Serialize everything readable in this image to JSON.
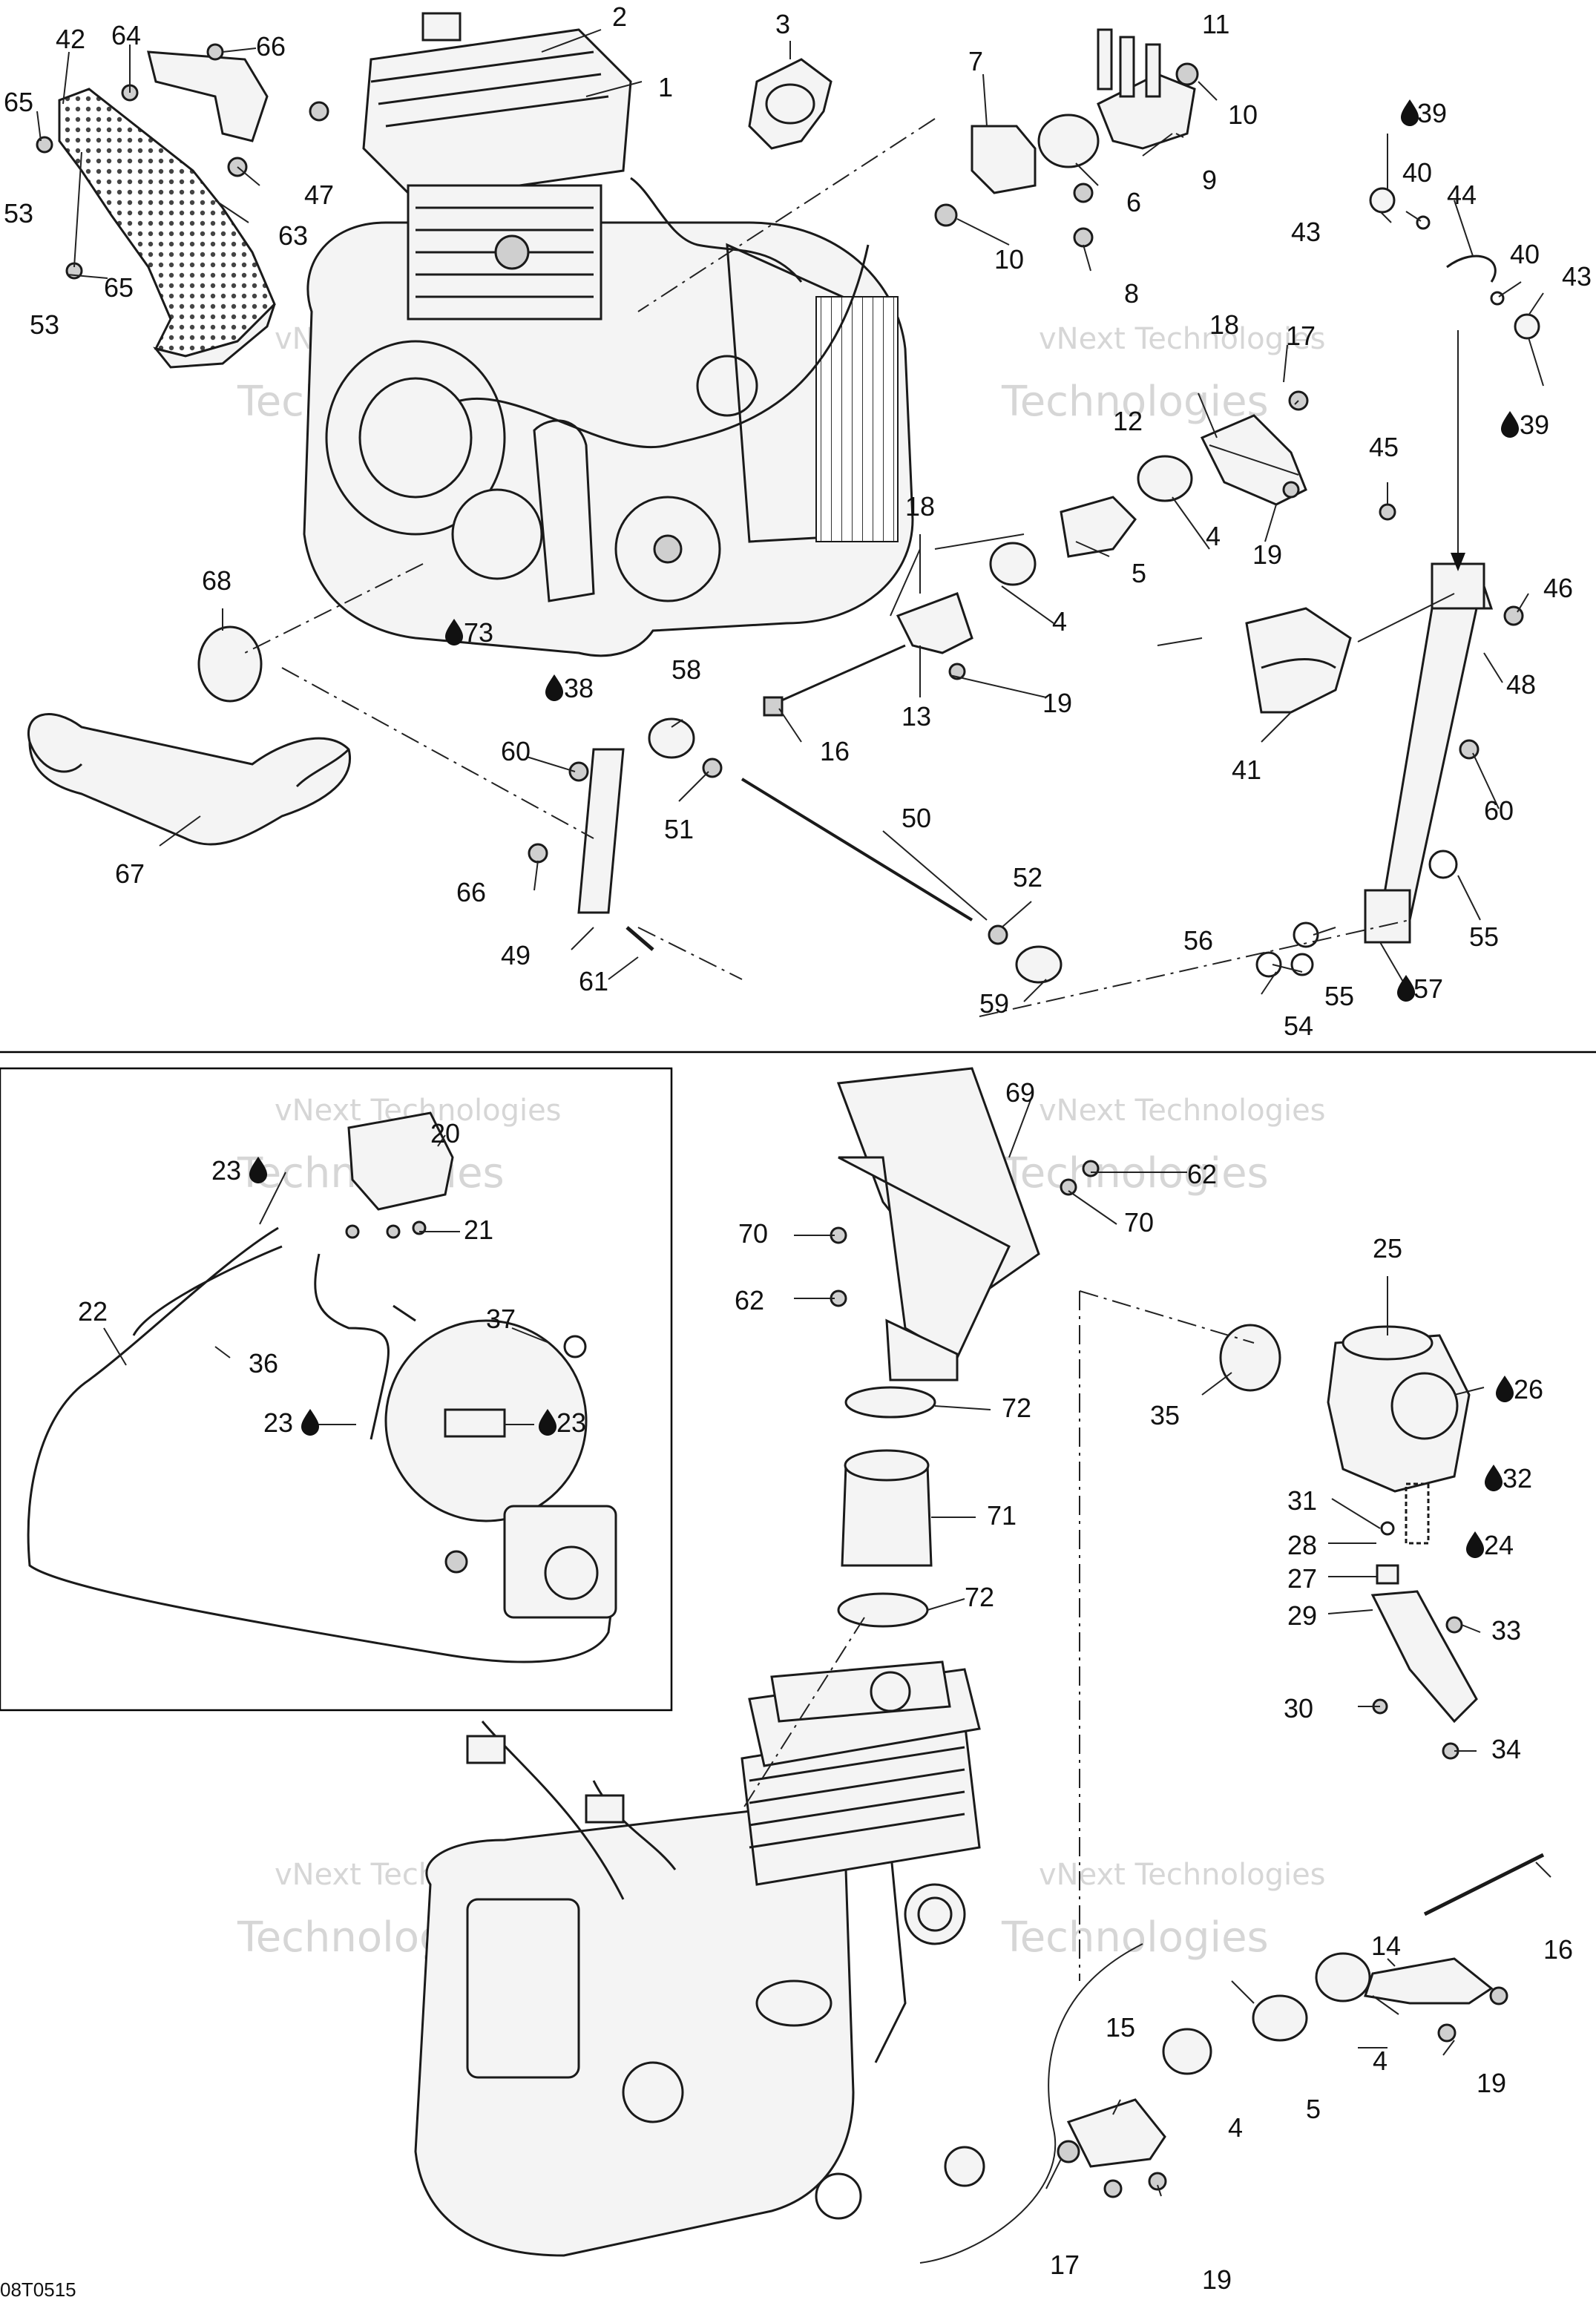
{
  "diagram": {
    "reference_code": "08T0515",
    "watermark": {
      "line1": "vNext Technologies",
      "line2": "Technologies"
    },
    "callouts": {
      "c1": "1",
      "c2": "2",
      "c3": "3",
      "c4a": "4",
      "c4b": "4",
      "c4c": "4",
      "c4d": "4",
      "c5a": "5",
      "c5b": "5",
      "c6": "6",
      "c7": "7",
      "c8": "8",
      "c9": "9",
      "c10a": "10",
      "c10b": "10",
      "c11": "11",
      "c12": "12",
      "c13": "13",
      "c14": "14",
      "c15": "15",
      "c16a": "16",
      "c16b": "16",
      "c17a": "17",
      "c17b": "17",
      "c18a": "18",
      "c18b": "18",
      "c19a": "19",
      "c19b": "19",
      "c19c": "19",
      "c19d": "19",
      "c20": "20",
      "c21": "21",
      "c22": "22",
      "c23a": "23",
      "c23b": "23",
      "c23c": "23",
      "c24": "24",
      "c25": "25",
      "c26": "26",
      "c27": "27",
      "c28": "28",
      "c29": "29",
      "c30": "30",
      "c31": "31",
      "c32": "32",
      "c33": "33",
      "c34": "34",
      "c35": "35",
      "c36": "36",
      "c37": "37",
      "c38": "38",
      "c39a": "39",
      "c39b": "39",
      "c40a": "40",
      "c40b": "40",
      "c41": "41",
      "c42": "42",
      "c43a": "43",
      "c43b": "43",
      "c44": "44",
      "c45": "45",
      "c46": "46",
      "c47": "47",
      "c48": "48",
      "c49": "49",
      "c50": "50",
      "c51": "51",
      "c52": "52",
      "c53a": "53",
      "c53b": "53",
      "c54": "54",
      "c55a": "55",
      "c55b": "55",
      "c56": "56",
      "c57": "57",
      "c58": "58",
      "c59": "59",
      "c60a": "60",
      "c60b": "60",
      "c61": "61",
      "c62a": "62",
      "c62b": "62",
      "c63": "63",
      "c64": "64",
      "c65a": "65",
      "c65b": "65",
      "c66a": "66",
      "c66b": "66",
      "c67": "67",
      "c68": "68",
      "c69": "69",
      "c70a": "70",
      "c70b": "70",
      "c71": "71",
      "c72a": "72",
      "c72b": "72",
      "c73": "73"
    },
    "icons": {
      "fluid": "fluid-drop-icon"
    }
  }
}
